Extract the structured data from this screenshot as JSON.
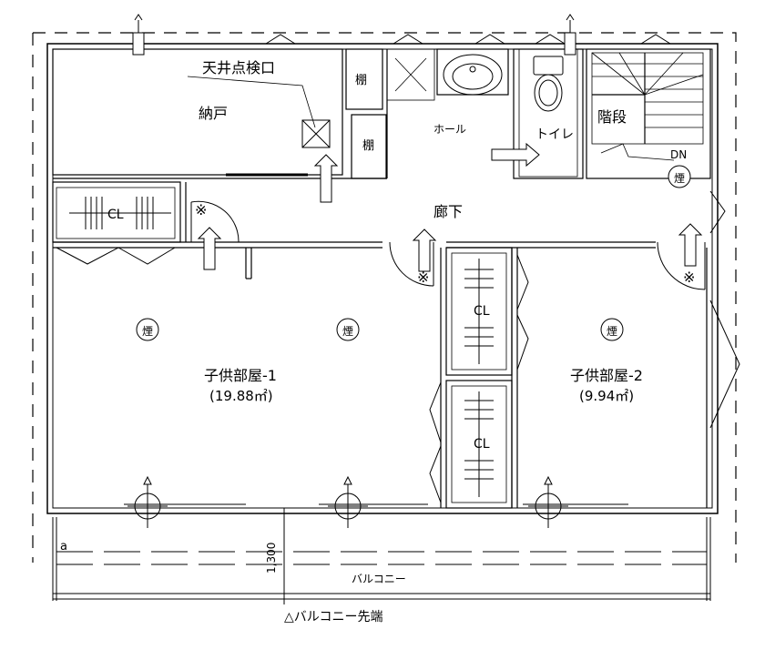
{
  "labels": {
    "ceiling_hatch": "天井点検口",
    "storage": "納戸",
    "shelf_upper": "棚",
    "shelf_lower": "棚",
    "hall": "ホール",
    "toilet": "トイレ",
    "stairs": "階段",
    "stairs_down": "DN",
    "corridor": "廊下",
    "closet_left": "CL",
    "closet_mid_upper": "CL",
    "closet_mid_lower": "CL",
    "mark_left": "※",
    "mark_corridor": "※",
    "mark_right": "※",
    "room1_name": "子供部屋-1",
    "room1_area": "(19.88㎡)",
    "room2_name": "子供部屋-2",
    "room2_area": "(9.94㎡)",
    "balcony_name": "バルコニー",
    "balcony_edge": "△バルコニー先端",
    "balcony_depth": "1,300",
    "grid_a": "a"
  },
  "smoke_detectors": [
    "煙",
    "煙",
    "煙",
    "煙"
  ]
}
